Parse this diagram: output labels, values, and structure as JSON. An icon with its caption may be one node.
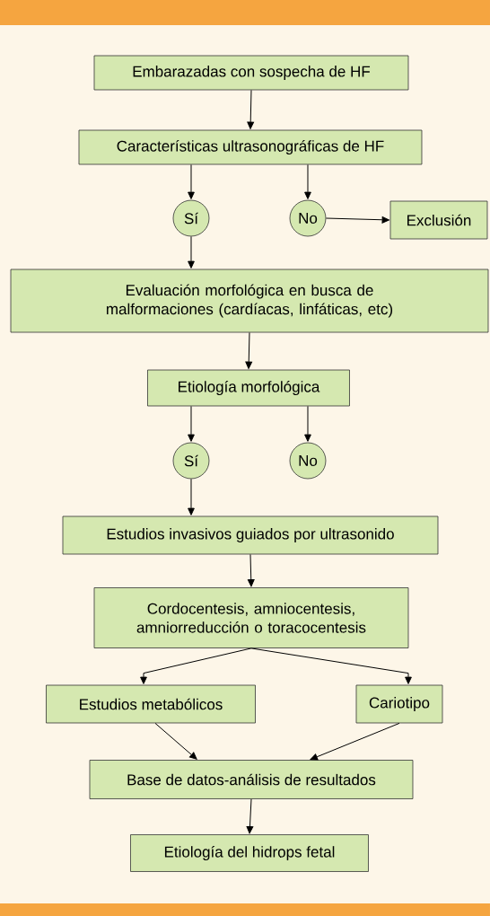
{
  "diagram": {
    "nodes": [
      {
        "text": [
          "Embarazadas con sospecha de HF"
        ]
      },
      {
        "text": [
          "Características ultrasonográficas de HF"
        ]
      },
      {
        "text": [
          "Sí"
        ]
      },
      {
        "text": [
          "No"
        ]
      },
      {
        "text": [
          "Exclusión"
        ]
      },
      {
        "text": [
          "Evaluación morfológica en busca de malformaciones (cardíacas, linfáticas, etc)"
        ]
      },
      {
        "text": [
          "Etiología morfológica"
        ]
      },
      {
        "text": [
          "Sí"
        ]
      },
      {
        "text": [
          "No"
        ]
      },
      {
        "text": [
          "Estudios invasivos guiados por ultrasonido"
        ]
      },
      {
        "text": [
          "Cordocentesis, amniocentesis, amniorreducción o toracocentesis"
        ]
      },
      {
        "text": [
          "Estudios metabólicos"
        ]
      },
      {
        "text": [
          "Cariotipo"
        ]
      },
      {
        "text": [
          "Base de datos-análisis de resultados"
        ]
      },
      {
        "text": [
          "Etiología del hidrops fetal"
        ]
      }
    ],
    "edges": [
      {
        "from": 0,
        "to": 1,
        "arrow": "to"
      },
      {
        "from": 1,
        "to": 2,
        "arrow": "to"
      },
      {
        "from": 1,
        "to": 3,
        "arrow": "to"
      },
      {
        "from": 3,
        "to": 4,
        "arrow": "to"
      },
      {
        "from": 2,
        "to": 5,
        "arrow": "to"
      },
      {
        "from": 5,
        "to": 6,
        "arrow": "to"
      },
      {
        "from": 6,
        "to": 7,
        "arrow": "to"
      },
      {
        "from": 6,
        "to": 8,
        "arrow": "to"
      },
      {
        "from": 7,
        "to": 9,
        "arrow": "to"
      },
      {
        "from": 9,
        "to": 10,
        "arrow": "to"
      },
      {
        "from": 10,
        "to": 11,
        "arrow": "to"
      },
      {
        "from": 10,
        "to": 12,
        "arrow": "to"
      },
      {
        "from": 11,
        "to": 13,
        "arrow": "to"
      },
      {
        "from": 12,
        "to": 13,
        "arrow": "to"
      },
      {
        "from": 13,
        "to": 14,
        "arrow": "to"
      }
    ]
  }
}
